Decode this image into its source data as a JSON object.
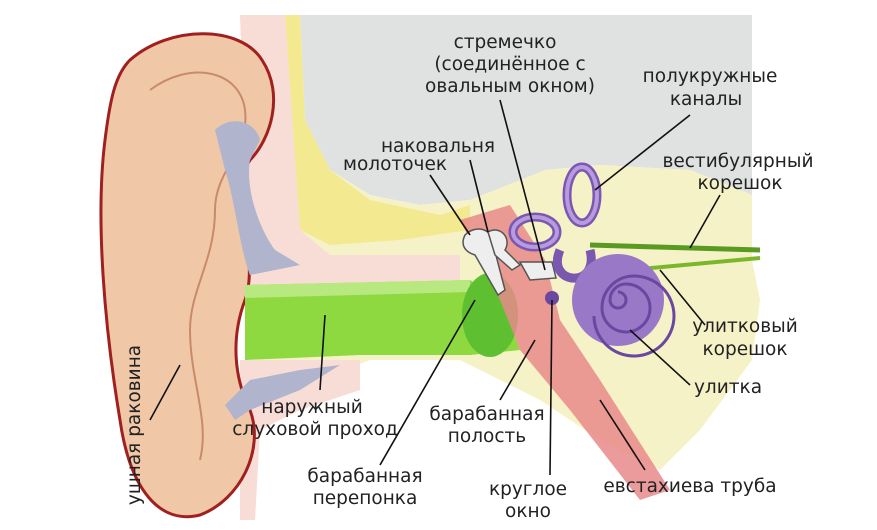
{
  "title": "Строение уха",
  "labels": {
    "stapes": [
      "стремечко",
      "(соединённое с",
      "овальным окном)"
    ],
    "semicircular_canals": [
      "полукружные",
      "каналы"
    ],
    "incus": "наковальня",
    "malleus": "молоточек",
    "vestibular_nerve": [
      "вестибулярный",
      "корешок"
    ],
    "cochlear_nerve": [
      "улитковый",
      "корешок"
    ],
    "cochlea": "улитка",
    "ear_canal": [
      "наружный",
      "слуховой проход"
    ],
    "tympanic_cavity": [
      "барабанная",
      "полость"
    ],
    "eardrum": [
      "барабанная",
      "перепонка"
    ],
    "round_window": [
      "круглое",
      "окно"
    ],
    "eustachian_tube": "евстахиева труба",
    "pinna": "ушная раковина"
  },
  "colors": {
    "skin": "#f0c8a8",
    "bone": "#f4f0c0",
    "inner_gray": "#dfe2e0",
    "canal_green": "#8ed840",
    "labyrinth_purple": "#9a78c8",
    "tube_red": "#e88a8a",
    "cartilage": "#b0b4cc"
  }
}
